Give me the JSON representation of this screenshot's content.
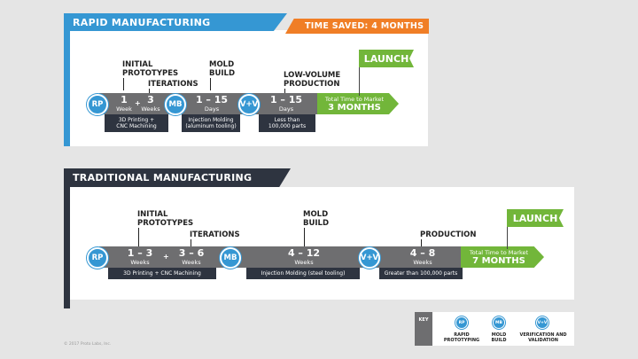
{
  "colors": {
    "blue": "#3597d3",
    "navy": "#2e3440",
    "orange": "#f07e26",
    "green": "#72b63a",
    "gray": "#6e6e70"
  },
  "rapid": {
    "title": "RAPID MANUFACTURING",
    "time_saved": "TIME SAVED: 4 MONTHS",
    "labels": {
      "initial": "INITIAL\nPROTOTYPES",
      "iterations": "ITERATIONS",
      "mold": "MOLD\nBUILD",
      "low_volume": "LOW-VOLUME\nPRODUCTION"
    },
    "rp": "RP",
    "mb": "MB",
    "vv": "V+V",
    "seg1": {
      "a_val": "1",
      "a_unit": "Week",
      "b_val": "3",
      "b_unit": "Weeks",
      "sub": "3D Printing +\nCNC Machining"
    },
    "seg2": {
      "val": "1 – 15",
      "unit": "Days",
      "sub": "Injection Molding\n(aluminum tooling)"
    },
    "seg3": {
      "val": "1 – 15",
      "unit": "Days",
      "sub": "Less than\n100,000 parts"
    },
    "total": {
      "line1": "Total Time to Market",
      "line2": "3 MONTHS"
    },
    "launch": "LAUNCH"
  },
  "traditional": {
    "title": "TRADITIONAL MANUFACTURING",
    "labels": {
      "initial": "INITIAL\nPROTOTYPES",
      "iterations": "ITERATIONS",
      "mold": "MOLD\nBUILD",
      "production": "PRODUCTION"
    },
    "rp": "RP",
    "mb": "MB",
    "vv": "V+V",
    "seg1": {
      "a_val": "1 – 3",
      "a_unit": "Weeks",
      "b_val": "3 – 6",
      "b_unit": "Weeks",
      "sub": "3D Printing + CNC Machining"
    },
    "seg2": {
      "val": "4 – 12",
      "unit": "Weeks",
      "sub": "Injection Molding (steel tooling)"
    },
    "seg3": {
      "val": "4 – 8",
      "unit": "Weeks",
      "sub": "Greater than 100,000 parts"
    },
    "total": {
      "line1": "Total Time to Market",
      "line2": "7 MONTHS"
    },
    "launch": "LAUNCH"
  },
  "key": {
    "title": "KEY",
    "items": [
      {
        "abbr": "RP",
        "label": "RAPID\nPROTOTYPING"
      },
      {
        "abbr": "MB",
        "label": "MOLD\nBUILD"
      },
      {
        "abbr": "V+V",
        "label": "VERIFICATION AND\nVALIDATION"
      }
    ]
  },
  "copyright": "© 2017 Proto Labs, Inc."
}
